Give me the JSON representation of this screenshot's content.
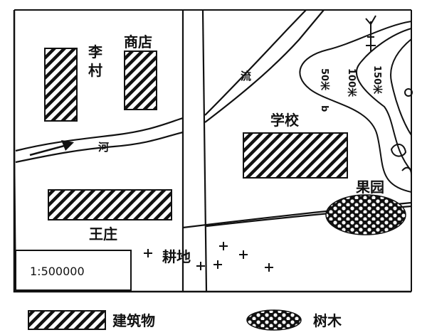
{
  "map": {
    "places": {
      "li_village": "李村",
      "shop": "商店",
      "school": "学校",
      "orchard": "果园",
      "wang_village": "王庄",
      "farmland": "耕地"
    },
    "river": {
      "label_left": "河",
      "label_right": "流"
    },
    "contours": [
      "50米",
      "100米",
      "150米"
    ],
    "point_label": "b",
    "scale": "1:500000",
    "legend": {
      "building": "建筑物",
      "tree": "树木"
    },
    "colors": {
      "ink": "#111111",
      "paper": "#ffffff"
    },
    "icons": {
      "north": "north-arrow-icon",
      "flow": "flow-direction-arrow-icon",
      "crop": "crop-symbol-icon"
    }
  }
}
